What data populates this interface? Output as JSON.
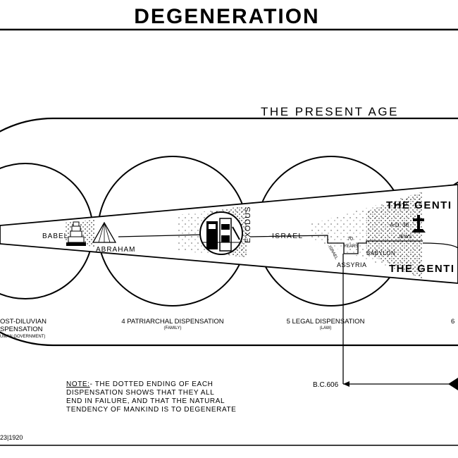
{
  "title": "DEGENERATION",
  "subtitle": "THE PRESENT AGE",
  "labels": {
    "babel": "BABEL",
    "abraham": "ABRAHAM",
    "exodus": "EXODUS",
    "israel": "ISRAEL",
    "seventy_years_1": "70",
    "seventy_years_2": "YEARS",
    "israel_small": "ISRAEL",
    "assyria": "ASSYRIA",
    "babylon": "BABYLON",
    "jews": "JEWS",
    "ad30": "A.D. 30",
    "gentiles_top": "THE GENTI",
    "gentiles_bottom": "THE GENTI",
    "bc606": "B.C.606"
  },
  "dispensations": [
    {
      "line1": "OST-DILUVIAN",
      "line2": "SPENSATION",
      "sub": "UMAN GOVERNMENT)"
    },
    {
      "line1": "4 PATRIARCHAL DISPENSATION",
      "sub": "(FAMILY)"
    },
    {
      "line1": "5 LEGAL DISPENSATION",
      "sub": "(LAW)"
    },
    {
      "line1": "6"
    }
  ],
  "note": {
    "lead": "NOTE:",
    "line1": "- THE DOTTED ENDING OF EACH",
    "line2": "DISPENSATION SHOWS THAT THEY ALL",
    "line3": "END IN FAILURE, AND THAT THE NATURAL",
    "line4": "TENDENCY OF MANKIND IS TO DEGENERATE"
  },
  "copyright": "23|1920"
}
